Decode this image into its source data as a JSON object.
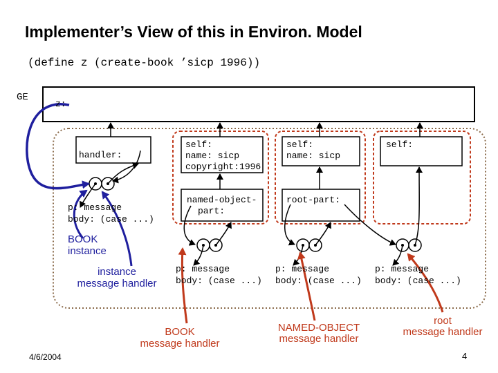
{
  "title": "Implementer’s View of this in Environ. Model",
  "code": "(define z (create-book ’sicp 1996))",
  "ge_label": "GE",
  "ge_var": "z:",
  "frames": {
    "handler_frame": "handler:",
    "book_self": [
      "self:",
      "name: sicp",
      "copyright:1996"
    ],
    "book_part": [
      "named-object-",
      "part:"
    ],
    "named_self": [
      "self:",
      "name: sicp"
    ],
    "named_part": "root-part:",
    "root_self": "self:"
  },
  "procedures": {
    "instance": [
      "p: message",
      "body: (case ...)"
    ],
    "book": [
      "p: message",
      "body: (case ...)"
    ],
    "named": [
      "p: message",
      "body: (case ...)"
    ],
    "root": [
      "p: message",
      "body: (case ...)"
    ]
  },
  "labels": {
    "book_instance": [
      "BOOK",
      "instance"
    ],
    "instance_handler": [
      "instance",
      "message handler"
    ],
    "book_handler": [
      "BOOK",
      "message handler"
    ],
    "named_handler": [
      "NAMED-OBJECT",
      "message handler"
    ],
    "root_handler": [
      "root",
      "message handler"
    ]
  },
  "footer": {
    "date": "4/6/2004",
    "page": "4"
  },
  "colors": {
    "blue": "#1f1f9e",
    "red": "#c0391b",
    "dotted": "#8a6a4a"
  }
}
